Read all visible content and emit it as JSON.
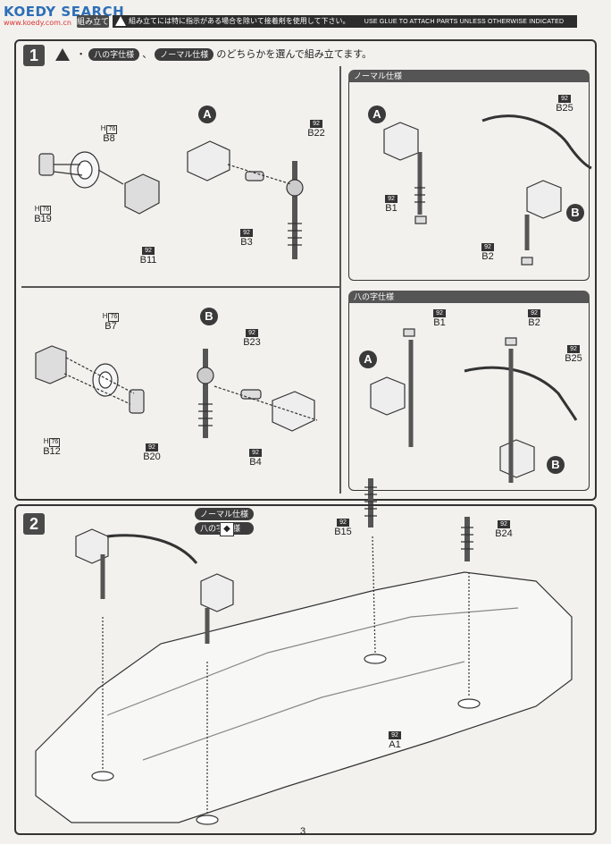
{
  "watermark": {
    "main": "KOEDY SEARCH",
    "sub": "www.koedy.com.cn"
  },
  "header": {
    "tab_label": "組み立て",
    "note_ja": "組み立てには特に指示がある場合を除いて接着剤を使用して下さい。",
    "note_en": "USE GLUE TO ATTACH PARTS UNLESS OTHERWISE INDICATED"
  },
  "step1": {
    "number": "1",
    "instruction_bullet": "・",
    "option_a": "八の字仕様",
    "separator": "、",
    "option_b": "ノーマル仕様",
    "instruction_text": "のどちらかを選んで組み立てます。",
    "normal_header": "ノーマル仕様",
    "hachi_header": "八の字仕様",
    "circle_a": "A",
    "circle_b": "B",
    "parts": {
      "b8": {
        "h": "H",
        "hnum": "76",
        "name": "B8"
      },
      "b19": {
        "h": "H",
        "hnum": "76",
        "name": "B19"
      },
      "b11": {
        "tag": "92",
        "name": "B11"
      },
      "b22": {
        "tag": "92",
        "name": "B22"
      },
      "b3": {
        "tag": "92",
        "name": "B3"
      },
      "b25n": {
        "tag": "92",
        "name": "B25"
      },
      "b1n": {
        "tag": "92",
        "name": "B1"
      },
      "b2n": {
        "tag": "92",
        "name": "B2"
      },
      "b7": {
        "h": "H",
        "hnum": "76",
        "name": "B7"
      },
      "b23": {
        "tag": "92",
        "name": "B23"
      },
      "b12": {
        "h": "H",
        "hnum": "76",
        "name": "B12"
      },
      "b20": {
        "tag": "92",
        "name": "B20"
      },
      "b4": {
        "tag": "92",
        "name": "B4"
      },
      "b1h": {
        "tag": "92",
        "name": "B1"
      },
      "b2h": {
        "tag": "92",
        "name": "B2"
      },
      "b25h": {
        "tag": "92",
        "name": "B25"
      }
    }
  },
  "step2": {
    "number": "2",
    "callout_normal": "ノーマル仕様",
    "callout_hachi": "八の字仕様",
    "parts": {
      "b15": {
        "tag": "92",
        "name": "B15"
      },
      "b24": {
        "tag": "92",
        "name": "B24"
      },
      "a1": {
        "tag": "92",
        "name": "A1"
      }
    }
  },
  "page": {
    "number": "3"
  }
}
